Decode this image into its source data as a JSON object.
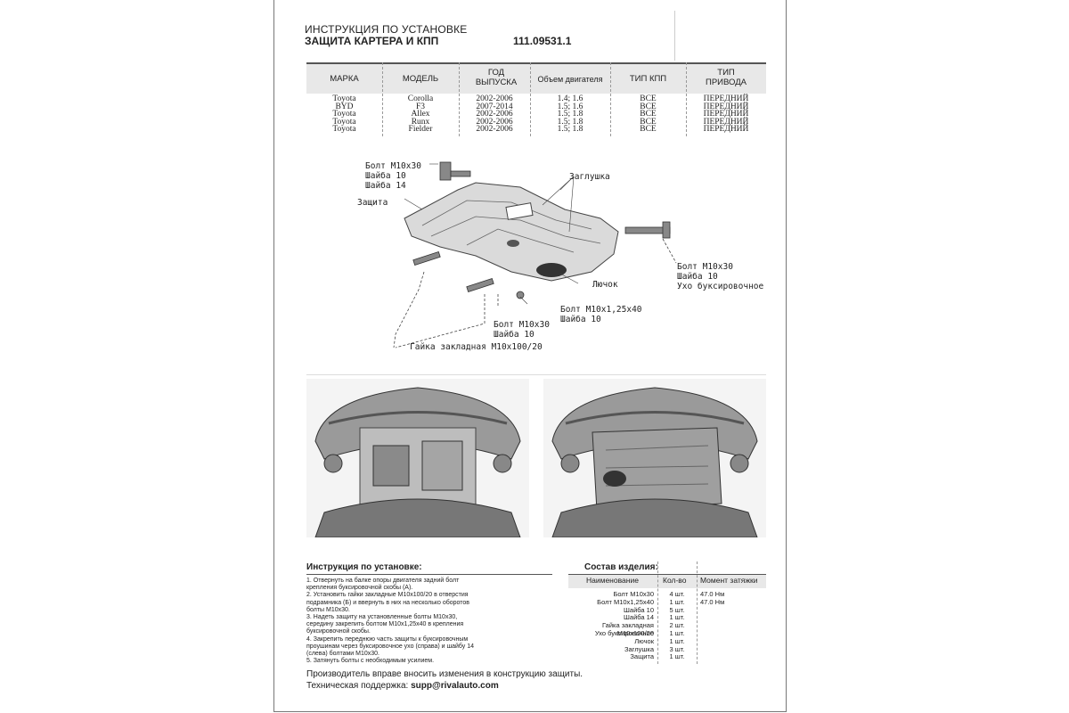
{
  "header": {
    "title": "ИНСТРУКЦИЯ ПО УСТАНОВКЕ",
    "subtitle": "ЗАЩИТА КАРТЕРА И КПП",
    "code": "111.09531.1"
  },
  "vehicles": {
    "headers": [
      "МАРКА",
      "МОДЕЛЬ",
      "ГОД ВЫПУСКА",
      "Объем двигателя",
      "ТИП КПП",
      "ТИП ПРИВОДА"
    ],
    "rows": [
      [
        "Toyota",
        "Corolla",
        "2002-2006",
        "1.4; 1.6",
        "ВСЕ",
        "ПЕРЕДНИЙ"
      ],
      [
        "BYD",
        "F3",
        "2007-2014",
        "1.5; 1.6",
        "ВСЕ",
        "ПЕРЕДНИЙ"
      ],
      [
        "Toyota",
        "Allex",
        "2002-2006",
        "1.5; 1.8",
        "ВСЕ",
        "ПЕРЕДНИЙ"
      ],
      [
        "Toyota",
        "Runx",
        "2002-2006",
        "1.5; 1.8",
        "ВСЕ",
        "ПЕРЕДНИЙ"
      ],
      [
        "Toyota",
        "Fielder",
        "2002-2006",
        "1.5; 1.8",
        "ВСЕ",
        "ПЕРЕДНИЙ"
      ]
    ]
  },
  "diagram_labels": {
    "bolt_top_left": "Болт М10х30",
    "washer10_top_left": "Шайба 10",
    "washer14_top_left": "Шайба 14",
    "plug": "Заглушка",
    "guard": "Защита",
    "bolt_right": "Болт М10х30",
    "washer_right": "Шайба 10",
    "tow_eye": "Ухо буксировочное",
    "hatch": "Лючок",
    "bolt_m10x125": "Болт М10х1,25х40",
    "washer_m10x125": "Шайба 10",
    "bolt_bottom": "Болт М10х30",
    "washer_bottom": "Шайба 10",
    "nut": "Гайка закладная М10х100/20"
  },
  "instructions": {
    "title": "Инструкция по установке:",
    "lines": [
      "1. Отвернуть на балке опоры двигателя задний болт",
      "крепления буксировочной скобы (А).",
      "2. Установить гайки закладные М10х100/20 в отверстия",
      "подрамника (Б) и ввернуть в них на несколько оборотов",
      "болты М10х30.",
      "3. Надеть защиту на установленные болты М10х30,",
      "середину закрепить болтом М10х1,25х40 в крепления",
      "буксировочной скобы.",
      "4. Закрепить переднюю часть защиты к буксировочным",
      "проушинам через буксировочное ухо (справа) и шайбу 14",
      "(слева) болтами М10х30.",
      "5. Затянуть болты с необходимым усилием."
    ]
  },
  "composition": {
    "title": "Состав изделия:",
    "headers": [
      "Наименование",
      "Кол-во",
      "Момент затяжки"
    ],
    "rows": [
      [
        "Болт М10х30",
        "4 шт.",
        "47.0 Нм"
      ],
      [
        "Болт М10х1,25х40",
        "1 шт.",
        "47.0 Нм"
      ],
      [
        "Шайба 10",
        "5 шт.",
        ""
      ],
      [
        "Шайба 14",
        "1 шт.",
        ""
      ],
      [
        "Гайка закладная М10х100/20",
        "2 шт.",
        ""
      ],
      [
        "Ухо буксировочное",
        "1 шт.",
        ""
      ],
      [
        "Лючок",
        "1 шт.",
        ""
      ],
      [
        "Заглушка",
        "3 шт.",
        ""
      ],
      [
        "Защита",
        "1 шт.",
        ""
      ]
    ]
  },
  "footer": {
    "notice": "Производитель вправе вносить изменения в конструкцию защиты.",
    "support_label": "Техническая поддержка:",
    "support_email": "supp@rivalauto.com"
  }
}
